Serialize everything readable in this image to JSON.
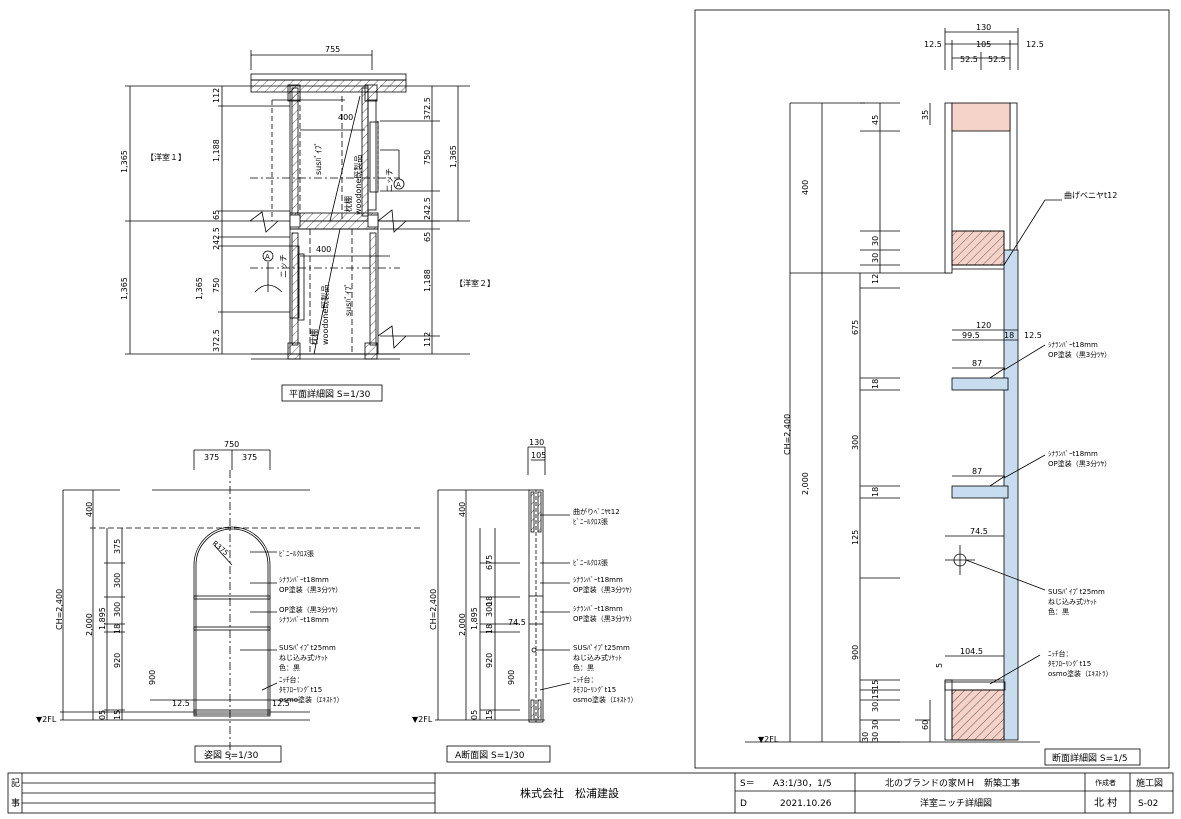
{
  "plan": {
    "width_top": "755",
    "room1": "【洋室１】",
    "room2": "【洋室２】",
    "left_dim_top": "1,365",
    "left_dim_bottom": "1,365",
    "d112a": "112",
    "d1188a": "1,188",
    "d65a": "65",
    "d2425a": "242.5",
    "d1365a": "1,365",
    "d750a": "750",
    "d3725a": "372.5",
    "r3725": "372.5",
    "r750": "750",
    "r2425": "242.5",
    "r65": "65",
    "r1188": "1,188",
    "r112": "112",
    "r1365top": "1,365",
    "w400a": "400",
    "w400b": "400",
    "sus1": "susﾊﾟｲﾌﾟ",
    "sus2": "susﾊﾟｲﾌﾟ",
    "shelf1": "枕棚",
    "shelf1b": "woodone既製品",
    "shelf2": "枕棚",
    "shelf2b": "woodone既製品",
    "niche1": "ニッチ",
    "niche2": "ニッチ",
    "markA": "A",
    "caption": "平面詳細図 S=1/30"
  },
  "elev": {
    "w750": "750",
    "w375a": "375",
    "w375b": "375",
    "d400": "400",
    "d375": "375",
    "d300": "300",
    "d18": "18",
    "d920": "920",
    "d900": "900",
    "d15": "15",
    "d05": "05",
    "d1895": "1,895",
    "d2000": "2,000",
    "ch": "CH=2,400",
    "r375": "R375",
    "w125a": "12.5",
    "w125b": "12.5",
    "fl": "▼2FL",
    "n1": "ﾋﾞﾆｰﾙｸﾛｽ張",
    "n2a": "ｼﾅﾗﾝﾊﾞｰt18mm",
    "n2b": "OP塗装（黒3分ﾂﾔ）",
    "n3a": "OP塗装（黒3分ﾂﾔ）",
    "n3b": "ｼﾅﾗﾝﾊﾞｰt18mm",
    "n4a": "SUSﾊﾟｲﾌﾟt25mm",
    "n4b": "ねじ込み式ｿｹｯﾄ",
    "n4c": "色：黒",
    "n5a": "ﾆｯﾁ台：",
    "n5b": "ﾀﾓﾌﾛｰﾘﾝｸﾞt15",
    "n5c": "osmo塗装（ｴｷｽﾄﾗ）",
    "caption": "姿図 S=1/30"
  },
  "secA": {
    "w130": "130",
    "w105": "105",
    "d400": "400",
    "d675": "675",
    "d300": "300",
    "d18a": "18",
    "d18b": "18",
    "d920": "920",
    "d900": "900",
    "d15": "15",
    "d05": "05",
    "d1895": "1,895",
    "d2000": "2,000",
    "ch": "CH=2,400",
    "d745": "74.5",
    "fl": "▼2FL",
    "n1a": "曲がりﾍﾞﾆﾔt12",
    "n1b": "ﾋﾞﾆｰﾙｸﾛｽ張",
    "n2": "ﾋﾞﾆｰﾙｸﾛｽ張",
    "n3a": "ｼﾅﾗﾝﾊﾞｰt18mm",
    "n3b": "OP塗装（黒3分ﾂﾔ）",
    "n4a": "ｼﾅﾗﾝﾊﾞｰt18mm",
    "n4b": "OP塗装（黒3分ﾂﾔ）",
    "n5a": "SUSﾊﾟｲﾌﾟt25mm",
    "n5b": "ねじ込み式ｿｹｯﾄ",
    "n5c": "色：黒",
    "n6a": "ﾆｯﾁ台：",
    "n6b": "ﾀﾓﾌﾛｰﾘﾝｸﾞt15",
    "n6c": "osmo塗装（ｴｷｽﾄﾗ）",
    "caption": "A断面図 S=1/30"
  },
  "detail": {
    "t130": "130",
    "t125a": "12.5",
    "t105": "105",
    "t125b": "12.5",
    "t525a": "52.5",
    "t525b": "52.5",
    "d45": "45",
    "d35": "35",
    "d400": "400",
    "d30a": "30",
    "d30b": "30",
    "d12": "12",
    "d675": "675",
    "d18a": "18",
    "d300": "300",
    "d18b": "18",
    "d125": "125",
    "d900": "900",
    "d2000": "2,000",
    "ch": "CH=2,400",
    "d15": "15",
    "d30c": "30.15",
    "d30d": "30",
    "d30e": "30",
    "d60": "60",
    "d30f": "30",
    "w120": "120",
    "w995": "99.5",
    "w18": "18",
    "w125": "12.5",
    "w87a": "87",
    "w87b": "87",
    "w745": "74.5",
    "w1045": "104.5",
    "d5": "5",
    "fl": "▼2FL",
    "n1": "曲げベニヤt12",
    "n2a": "ｼﾅﾗﾝﾊﾞｰt18mm",
    "n2b": "OP塗装（黒3分ﾂﾔ）",
    "n3a": "ｼﾅﾗﾝﾊﾞｰt18mm",
    "n3b": "OP塗装（黒3分ﾂﾔ）",
    "n4a": "SUSﾊﾟｲﾌﾟt25mm",
    "n4b": "ねじ込み式ｿｹｯﾄ",
    "n4c": "色：黒",
    "n5a": "ﾆｯﾁ台：",
    "n5b": "ﾀﾓﾌﾛｰﾘﾝｸﾞt15",
    "n5c": "osmo塗装（ｴｷｽﾄﾗ）",
    "caption": "断面詳細図 S=1/5"
  },
  "titleblock": {
    "ki": "記",
    "ji": "事",
    "company": "株式会社　松浦建設",
    "scale_label": "S＝",
    "scale": "A3:1/30，1/5",
    "date_label": "D",
    "date": "2021.10.26",
    "project": "北のブランドの家ＭＨ　新築工事",
    "drawing": "洋室ニッチ詳細図",
    "author_label": "作成者",
    "author": "北 村",
    "kind": "施工図",
    "sheet": "S-02"
  },
  "colors": {
    "line": "#000000",
    "wood_fill": "#f6d3c9",
    "steel_fill": "#c7ddef"
  }
}
